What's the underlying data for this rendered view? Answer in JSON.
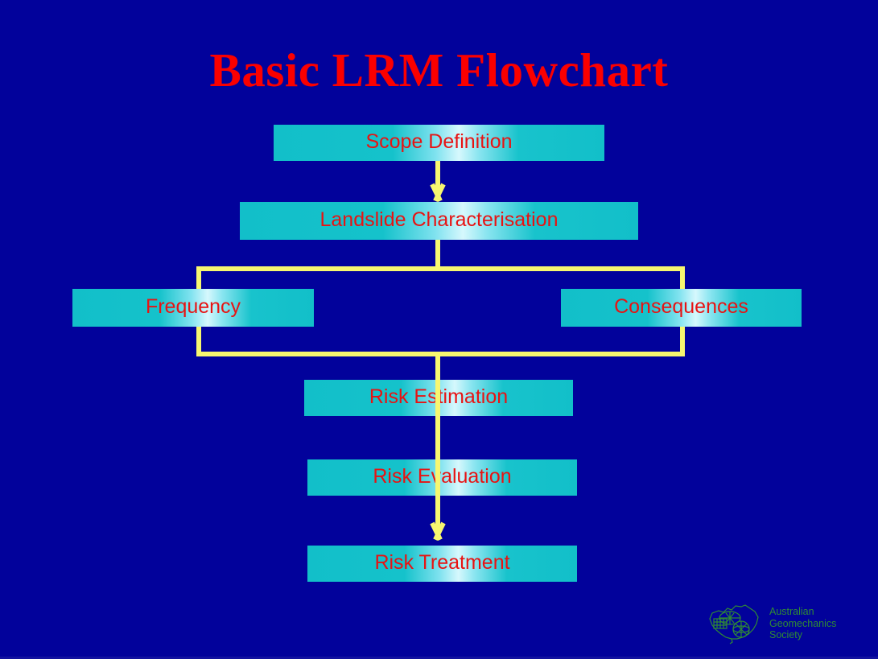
{
  "slide": {
    "title": "Basic LRM Flowchart",
    "background_color": "#02029b",
    "title_color": "#fb0000",
    "box_fill_color": "#12bfc9",
    "box_highlight_color": "#d6f8fd",
    "box_text_color": "#e81313",
    "connector_color": "#f7f770"
  },
  "flowchart": {
    "type": "flowchart",
    "orientation": "top-to-bottom",
    "nodes": [
      {
        "id": "scope",
        "label": "Scope Definition"
      },
      {
        "id": "landslide",
        "label": "Landslide Characterisation"
      },
      {
        "id": "frequency",
        "label": "Frequency"
      },
      {
        "id": "consequences",
        "label": "Consequences"
      },
      {
        "id": "risk_est",
        "label": "Risk Estimation"
      },
      {
        "id": "risk_eval",
        "label": "Risk Evaluation"
      },
      {
        "id": "risk_treat",
        "label": "Risk Treatment"
      }
    ],
    "edges": [
      {
        "from": "scope",
        "to": "landslide",
        "arrowhead": true
      },
      {
        "from": "landslide",
        "to": "frequency",
        "arrowhead": false
      },
      {
        "from": "landslide",
        "to": "consequences",
        "arrowhead": false
      },
      {
        "from": "frequency",
        "to": "risk_est",
        "arrowhead": false
      },
      {
        "from": "consequences",
        "to": "risk_est",
        "arrowhead": false
      },
      {
        "from": "risk_est",
        "to": "risk_eval",
        "arrowhead": false
      },
      {
        "from": "risk_eval",
        "to": "risk_treat",
        "arrowhead": true
      }
    ]
  },
  "logo": {
    "mark": "australia-map-icon",
    "line1": "Australian",
    "line2": "Geomechanics",
    "line3": "Society",
    "color": "#2f8b34"
  }
}
